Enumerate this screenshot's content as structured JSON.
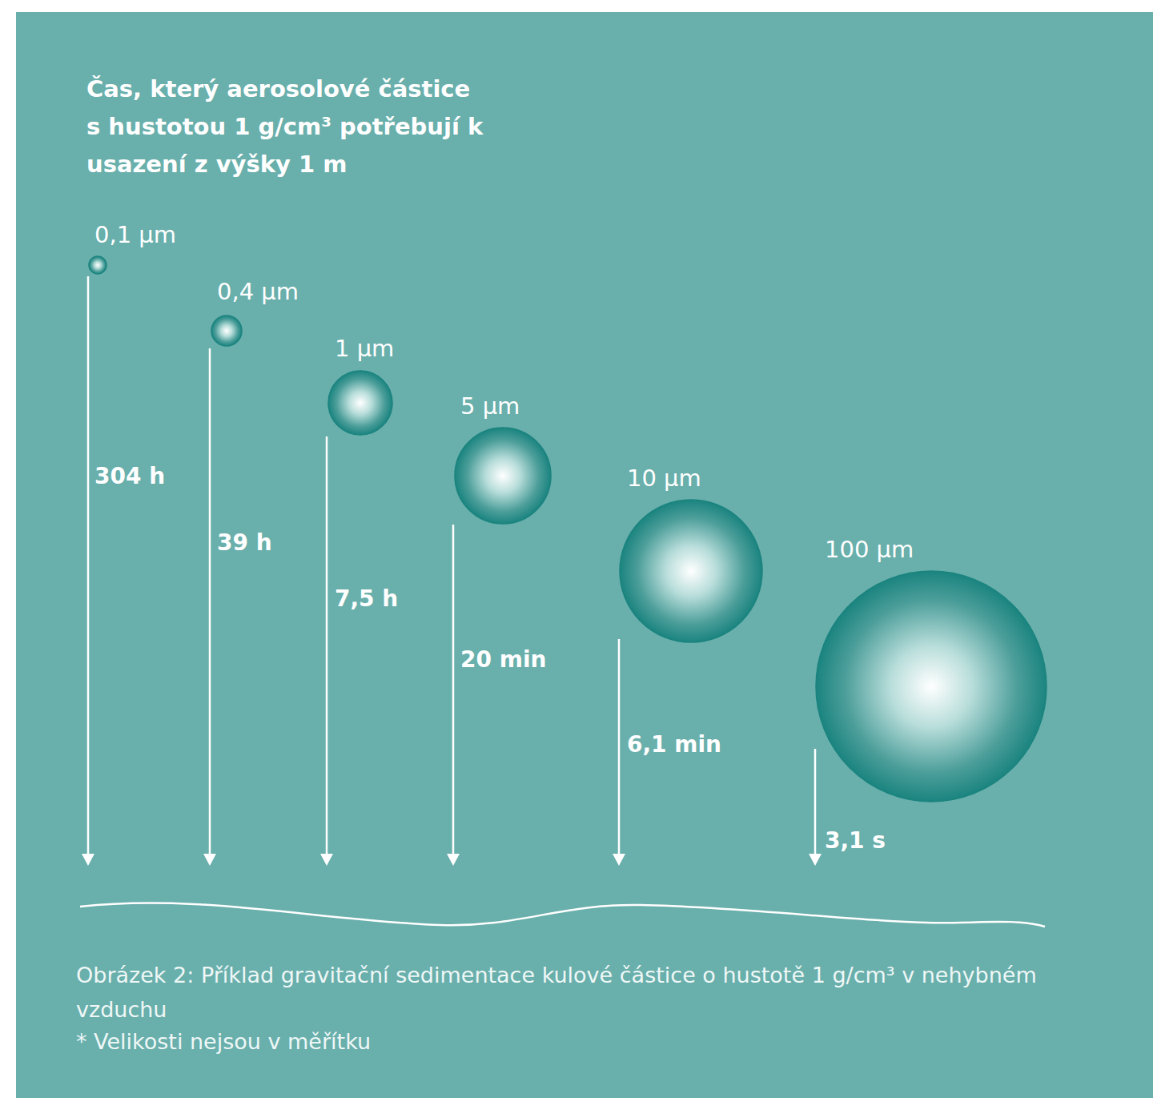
{
  "diagram": {
    "title": "Čas, který aerosolové částice s hustotou 1 g/cm³ potřebují k usazení z výšky 1 m",
    "caption": "Obrázek 2: Příklad gravitační sedimentace kulové částice o hustotě 1 g/cm³ v nehybném vzduchu",
    "nodes": [
      {
        "text": [
          "0,1 μm"
        ]
      },
      {
        "text": [
          "0,4 μm"
        ]
      },
      {
        "text": [
          "1 μm"
        ]
      },
      {
        "text": [
          "5 μm"
        ]
      },
      {
        "text": [
          "10 μm"
        ]
      },
      {
        "text": [
          "100 μm"
        ]
      }
    ],
    "labels": [
      "304 h",
      "39 h",
      "7,5 h",
      "20 min",
      "6,1 min",
      "3,1 s",
      "* Velikosti nejsou v měřítku"
    ]
  }
}
